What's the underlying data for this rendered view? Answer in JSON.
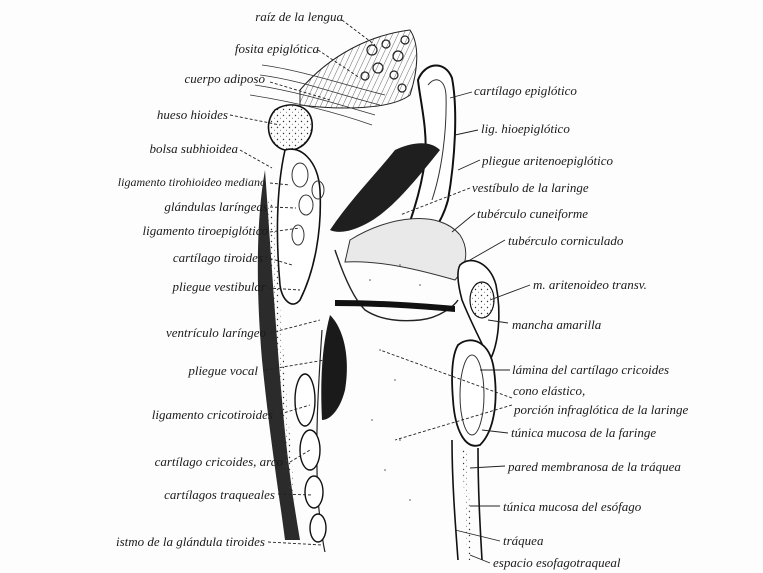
{
  "figure": {
    "labels_left": [
      "raíz de la lengua",
      "fosita epiglótica",
      "cuerpo adiposo",
      "hueso hioides",
      "bolsa subhioidea",
      "ligamento tirohioideo mediano",
      "glándulas laríngeas",
      "ligamento tiroepiglótico",
      "cartílago tiroides",
      "pliegue vestibular",
      "ventrículo laríngeo",
      "pliegue vocal",
      "ligamento cricotiroides",
      "cartílago cricoides, arco",
      "cartílagos traqueales",
      "istmo de la glándula tiroides"
    ],
    "labels_right": [
      "cartílago epiglótico",
      "lig. hioepiglótico",
      "pliegue aritenoepiglótico",
      "vestíbulo de la laringe",
      "tubérculo cuneiforme",
      "tubérculo corniculado",
      "m. aritenoideo transv.",
      "mancha amarilla",
      "lámina del cartílago cricoides",
      "cono elástico,",
      "porción infraglótica de la laringe",
      "túnica mucosa de la faringe",
      "pared membranosa de la tráquea",
      "túnica mucosa del esófago",
      "tráquea",
      "espacio esofagotraqueal"
    ]
  },
  "colors": {
    "ink": "#1a1a1a",
    "shade": "#2b2b2b",
    "paper": "#fdfdfd"
  }
}
